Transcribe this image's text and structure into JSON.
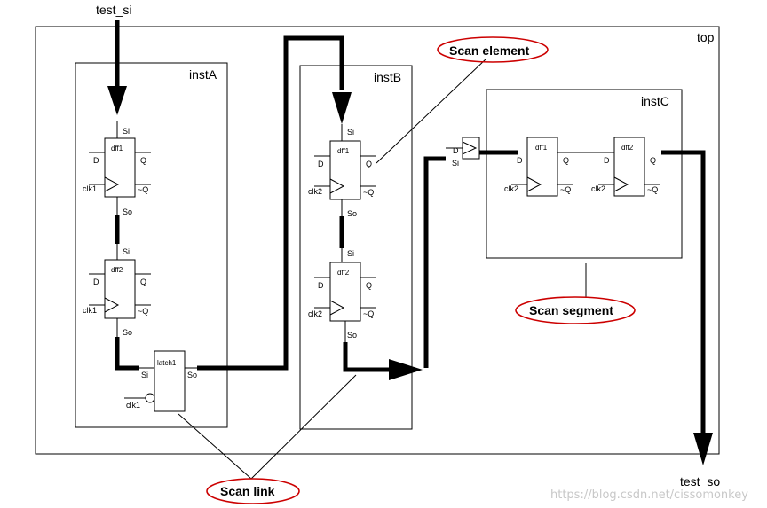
{
  "ports": {
    "input": "test_si",
    "output": "test_so"
  },
  "modules": {
    "top": "top",
    "instA": "instA",
    "instB": "instB",
    "instC": "instC"
  },
  "cells": {
    "dff1": "dff1",
    "dff2": "dff2",
    "latch1": "latch1"
  },
  "pins": {
    "si": "Si",
    "so": "So",
    "d": "D",
    "q": "Q",
    "qn": "~Q",
    "clk1": "clk1",
    "clk2": "clk2"
  },
  "callouts": {
    "scan_element": "Scan element",
    "scan_segment": "Scan segment",
    "scan_link": "Scan link"
  },
  "watermark": "https://blog.csdn.net/cissomonkey"
}
